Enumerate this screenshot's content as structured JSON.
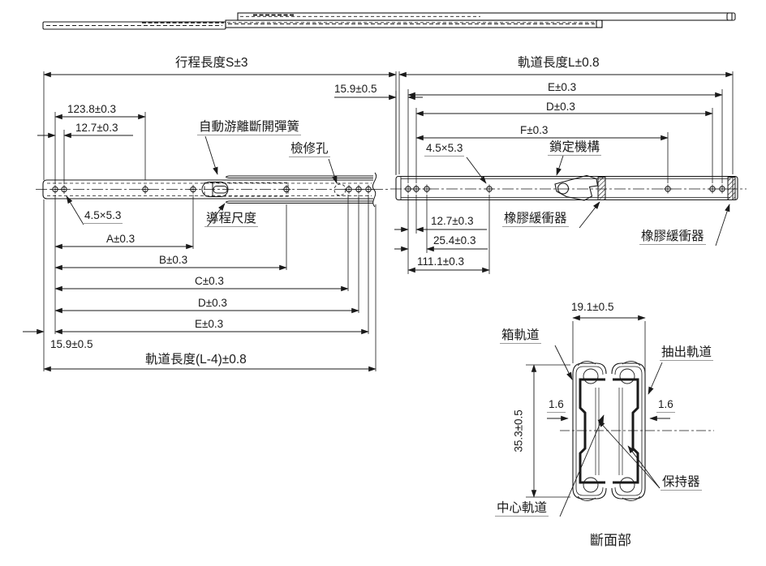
{
  "drawing": {
    "extended_view": {
      "stroke_length": "行程長度S±3",
      "dim_123_8": "123.8±0.3",
      "dim_12_7": "12.7±0.3",
      "spring_label": "自動游離斷開彈簧",
      "inspection_hole_label": "檢修孔",
      "slot_size": "4.5×5.3",
      "lead_scale_label": "導程尺度",
      "dim_a": "A±0.3",
      "dim_b": "B±0.3",
      "dim_c": "C±0.3",
      "dim_d": "D±0.3",
      "dim_e": "E±0.3",
      "dim_15_9": "15.9±0.5",
      "rail_length": "軌道長度(L-4)±0.8"
    },
    "rail_view": {
      "rail_length": "軌道長度L±0.8",
      "dim_15_9": "15.9±0.5",
      "dim_e": "E±0.3",
      "dim_d": "D±0.3",
      "dim_f": "F±0.3",
      "slot_size": "4.5×5.3",
      "lock_label": "鎖定機構",
      "bumper_label_mid": "橡膠緩衝器",
      "bumper_label_end": "橡膠緩衝器",
      "dim_12_7": "12.7±0.3",
      "dim_25_4": "25.4±0.3",
      "dim_111_1": "111.1±0.3"
    },
    "section_view": {
      "dim_19_1": "19.1±0.5",
      "box_rail_label": "箱軌道",
      "drawer_rail_label": "抽出軌道",
      "dim_35_3": "35.3±0.5",
      "dim_1_6_left": "1.6",
      "dim_1_6_right": "1.6",
      "retainer_label": "保持器",
      "center_rail_label": "中心軌道",
      "title": "斷面部"
    },
    "colors": {
      "line": "#1a1a1a",
      "label_underline": "#9b9b9b",
      "background": "#ffffff"
    }
  }
}
